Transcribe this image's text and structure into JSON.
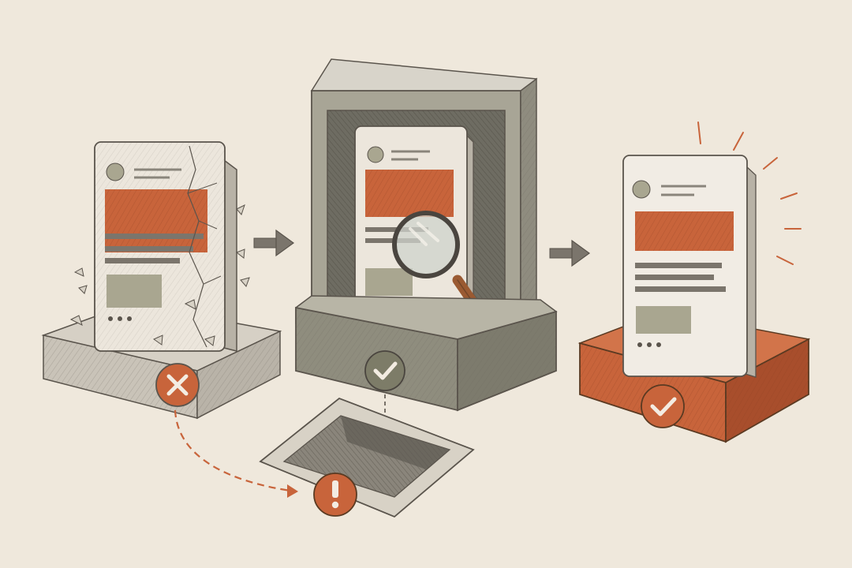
{
  "colors": {
    "paper": "#efe8dc",
    "ink": "#5a544c",
    "accent": "#c8643b",
    "accent_dark": "#a84e2c",
    "olive": "#7d7c68",
    "olive_light": "#a9a690",
    "stone": "#c9c3b8",
    "box_gray": "#8c8a7d",
    "box_light": "#b7b3a6",
    "card": "#f1ece4"
  },
  "stages": [
    {
      "key": "broken",
      "status": "error",
      "icon": "x-icon"
    },
    {
      "key": "inspected",
      "status": "verified",
      "icon": "check-icon"
    },
    {
      "key": "delivered",
      "status": "success",
      "icon": "check-icon"
    }
  ],
  "flow_arrows": [
    "arrow-right-icon",
    "arrow-right-icon"
  ],
  "pit": {
    "status": "warning",
    "icon": "exclamation-icon"
  }
}
